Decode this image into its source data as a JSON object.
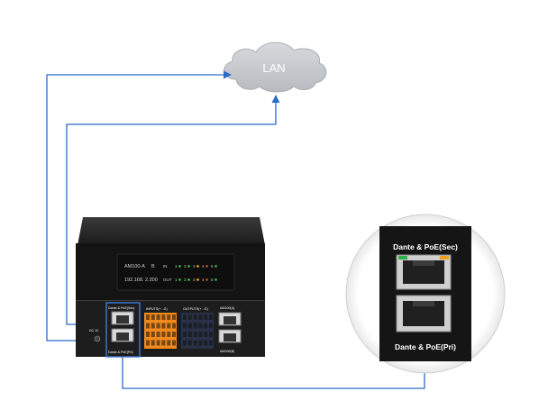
{
  "cloud": {
    "label": "LAN"
  },
  "device": {
    "display": {
      "row1_name": "AM100-A",
      "row1_a": "B",
      "row2_ip": "192.168.",
      "row2_b": "2.200",
      "in_label": "IN",
      "out_label": "OUT",
      "in_channels": [
        "1",
        "2",
        "3",
        "4",
        "5"
      ],
      "out_channels": [
        "1",
        "2",
        "3",
        "4",
        "5"
      ]
    },
    "rear": {
      "dante_sec_label": "Dante & PoE(Sec)",
      "dante_pri_label": "Dante & PoE(Pri)",
      "dc_label": "DC 12",
      "inputs_label": "INPUTS(+ - G)",
      "outputs_label": "OUTPUTS(+ - G)",
      "am100_a_label": "AM100(A)",
      "am100_b_label": "AM100(B)"
    }
  },
  "zoom": {
    "sec_label": "Dante & PoE(Sec)",
    "pri_label": "Dante & PoE(Pri)"
  },
  "colors": {
    "line_blue": "#2c6bc7",
    "highlight_blue": "#3d7bd8",
    "device_black": "#161616",
    "terminal_orange": "#f08a1e",
    "terminal_dark": "#2a3146",
    "cloud_gray": "#c4c8cd"
  }
}
